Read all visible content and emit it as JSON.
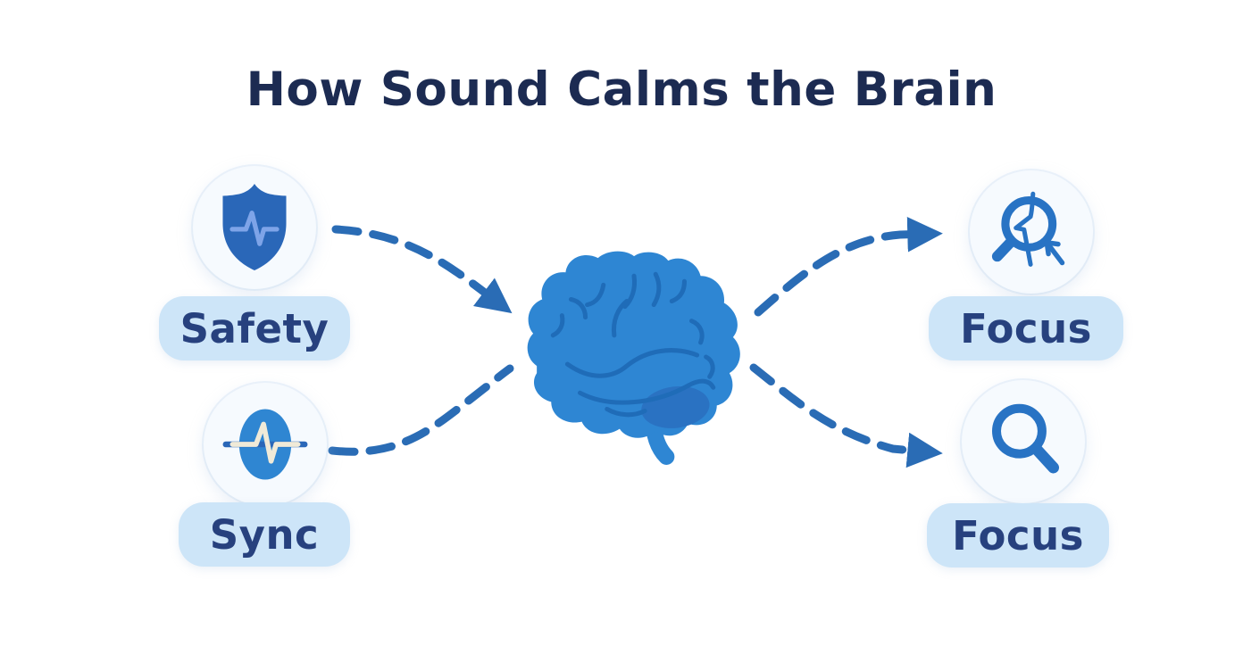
{
  "title": "How Sound Calms the Brain",
  "nodes": {
    "safety": {
      "label": "Safety",
      "icon": "shield-pulse-icon",
      "side": "left"
    },
    "sync": {
      "label": "Sync",
      "icon": "waveform-oval-icon",
      "side": "left"
    },
    "focus_top": {
      "label": "Focus",
      "icon": "magnifier-pulse-icon",
      "side": "right"
    },
    "focus_bottom": {
      "label": "Focus",
      "icon": "magnifier-icon",
      "side": "right"
    }
  },
  "center": {
    "icon": "brain-icon"
  },
  "connections": [
    {
      "from": "safety",
      "to": "brain",
      "style": "dashed-arrow"
    },
    {
      "from": "sync",
      "to": "brain",
      "style": "dashed-line"
    },
    {
      "from": "brain",
      "to": "focus_top",
      "style": "dashed-arrow"
    },
    {
      "from": "brain",
      "to": "focus_bottom",
      "style": "dashed-arrow"
    }
  ],
  "colors": {
    "background": "#ffffff",
    "title_text": "#1c2b52",
    "arrow": "#2a6cb5",
    "pill_bg": "#cde5f8",
    "pill_text": "#27417e",
    "icon_circle_bg": "#f6fafe",
    "shield_fill": "#2a67b8",
    "shield_pulse": "#7ea4e8",
    "sync_fill": "#2f86d2",
    "sync_pulse": "#f0ead8",
    "magnifier": "#2873c4",
    "brain_fill": "#2e86d3",
    "brain_fold": "#1f6cb8",
    "cerebellum_fill": "#2a72c2"
  }
}
